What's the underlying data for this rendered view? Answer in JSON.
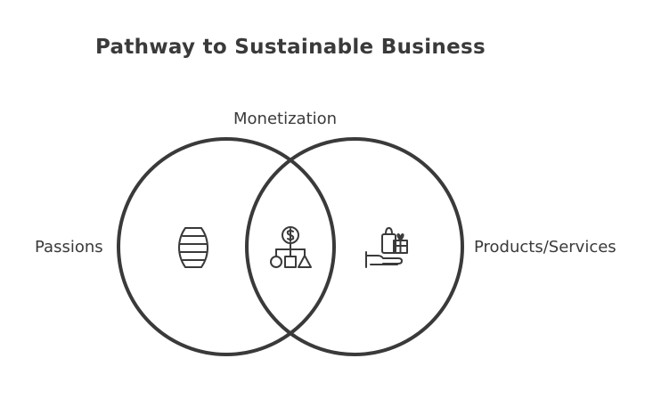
{
  "title": "Pathway to Sustainable Business",
  "labels": {
    "top": "Monetization",
    "left": "Passions",
    "right": "Products/Services"
  },
  "icons": {
    "left": "hourglass-coin-stack-icon",
    "center": "dollar-flowchart-icon",
    "right": "hand-gift-bag-icon"
  },
  "colors": {
    "stroke": "#3a3a3a",
    "background": "#ffffff"
  }
}
